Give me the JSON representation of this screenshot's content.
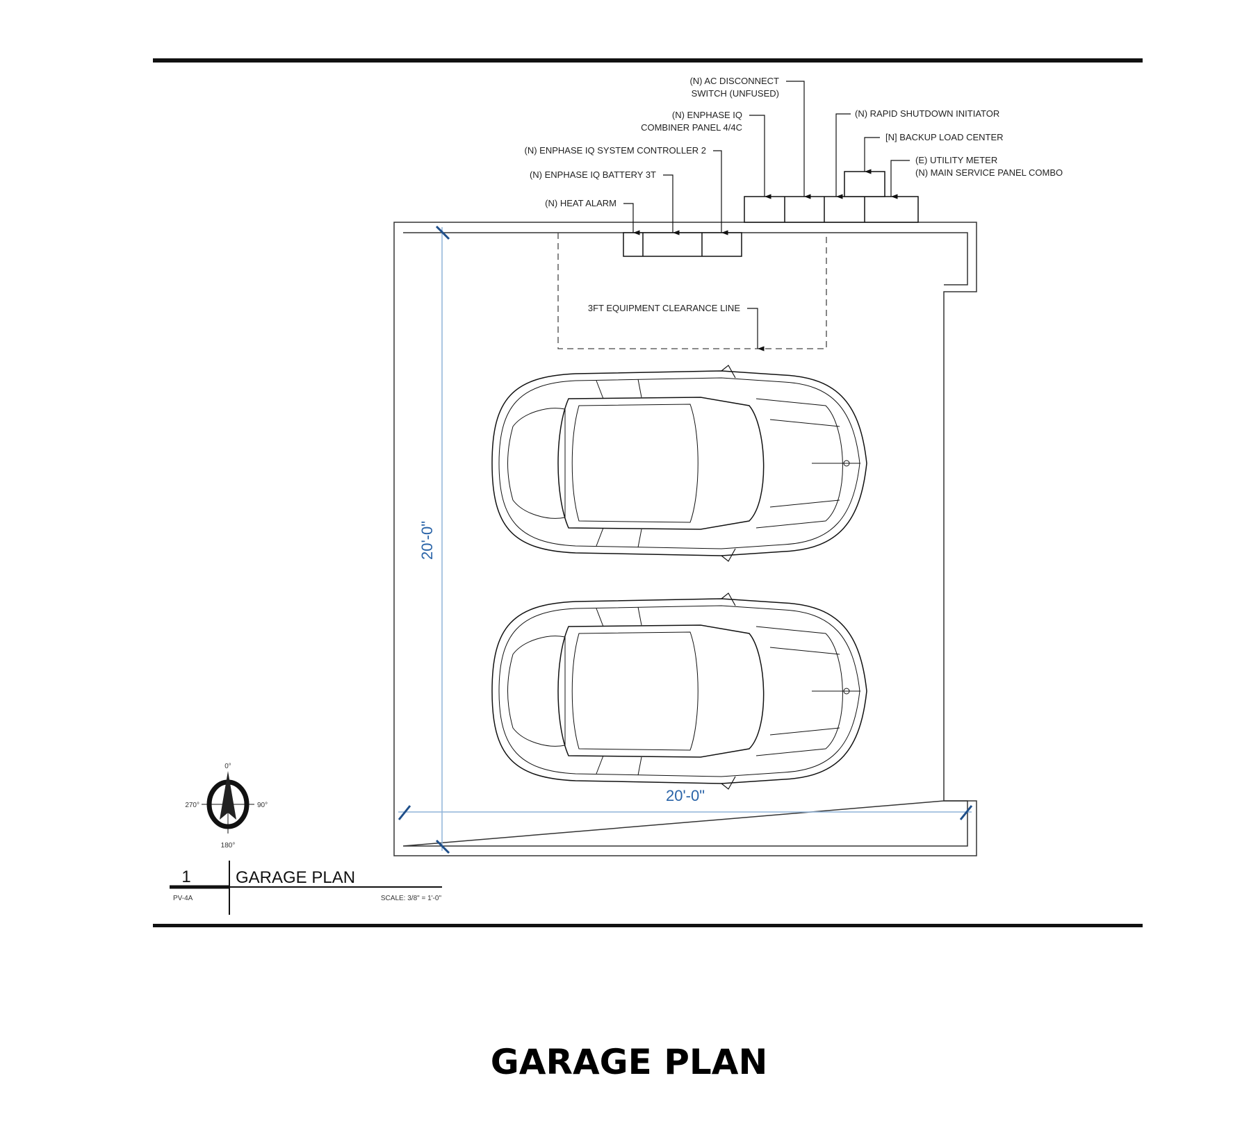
{
  "labels": {
    "ac_disconnect_1": "(N) AC DISCONNECT",
    "ac_disconnect_2": "SWITCH (UNFUSED)",
    "combiner_1": "(N) ENPHASE IQ",
    "combiner_2": "COMBINER PANEL 4/4C",
    "rapid_shutdown": "(N) RAPID SHUTDOWN INITIATOR",
    "backup_load_center": "[N] BACKUP LOAD CENTER",
    "utility_meter_1": "(E) UTILITY METER",
    "utility_meter_2": "(N) MAIN SERVICE PANEL COMBO",
    "system_controller": "(N) ENPHASE IQ SYSTEM CONTROLLER 2",
    "battery": "(N) ENPHASE IQ BATTERY 3T",
    "heat_alarm": "(N) HEAT ALARM",
    "clearance": "3FT EQUIPMENT CLEARANCE LINE"
  },
  "dimensions": {
    "vertical": "20'-0\"",
    "horizontal": "20'-0\""
  },
  "compass": {
    "n": "0°",
    "e": "90°",
    "s": "180°",
    "w": "270°"
  },
  "title_block": {
    "number": "1",
    "title": "GARAGE PLAN",
    "sheet": "PV-4A",
    "scale": "SCALE: 3/8\" = 1'-0\""
  },
  "caption": "GARAGE PLAN",
  "colors": {
    "dimension": "#2a64a8",
    "dimension_line": "#8fb3d9"
  }
}
